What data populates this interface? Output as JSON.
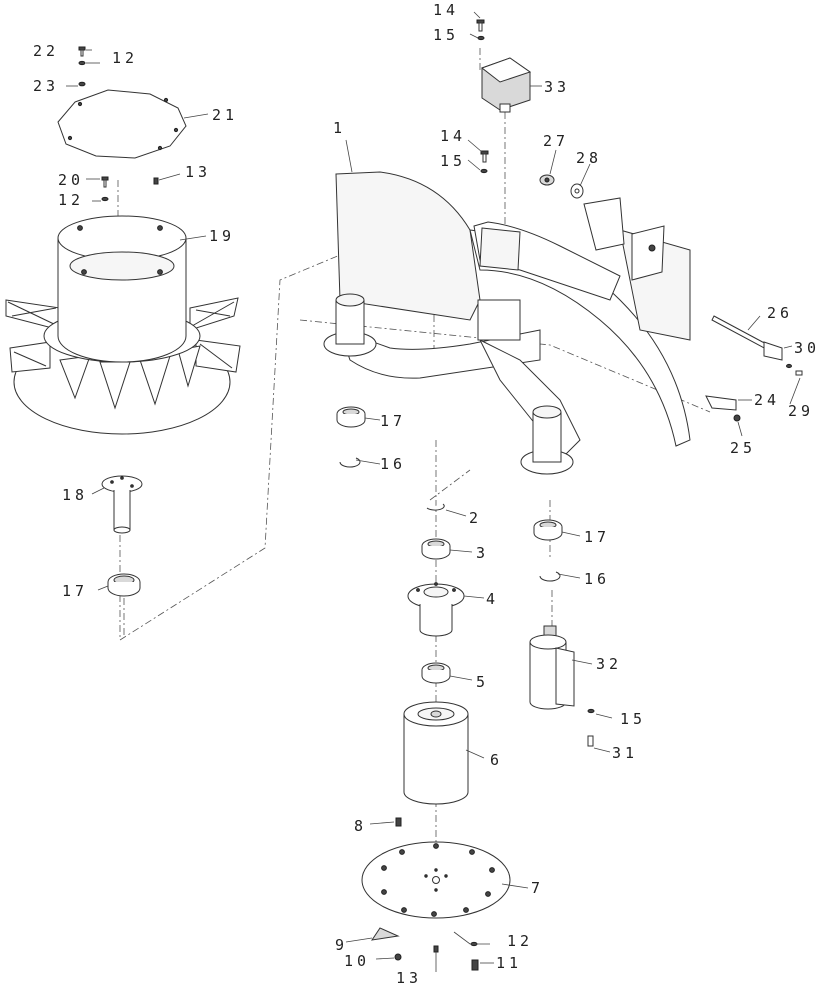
{
  "callouts": {
    "c1": "1",
    "c2": "2",
    "c3": "3",
    "c4": "4",
    "c5": "5",
    "c6": "6",
    "c7": "7",
    "c8": "8",
    "c9": "9",
    "c10": "10",
    "c11": "11",
    "c12a": "12",
    "c12b": "12",
    "c12c": "12",
    "c13a": "13",
    "c13b": "13",
    "c14a": "14",
    "c14b": "14",
    "c15a": "15",
    "c15b": "15",
    "c15c": "15",
    "c16a": "16",
    "c16b": "16",
    "c17a": "17",
    "c17b": "17",
    "c17c": "17",
    "c18": "18",
    "c19": "19",
    "c20": "20",
    "c21": "21",
    "c22": "22",
    "c23": "23",
    "c24": "24",
    "c25": "25",
    "c26": "26",
    "c27": "27",
    "c28": "28",
    "c29": "29",
    "c30": "30",
    "c31": "31",
    "c32": "32",
    "c33": "33"
  }
}
